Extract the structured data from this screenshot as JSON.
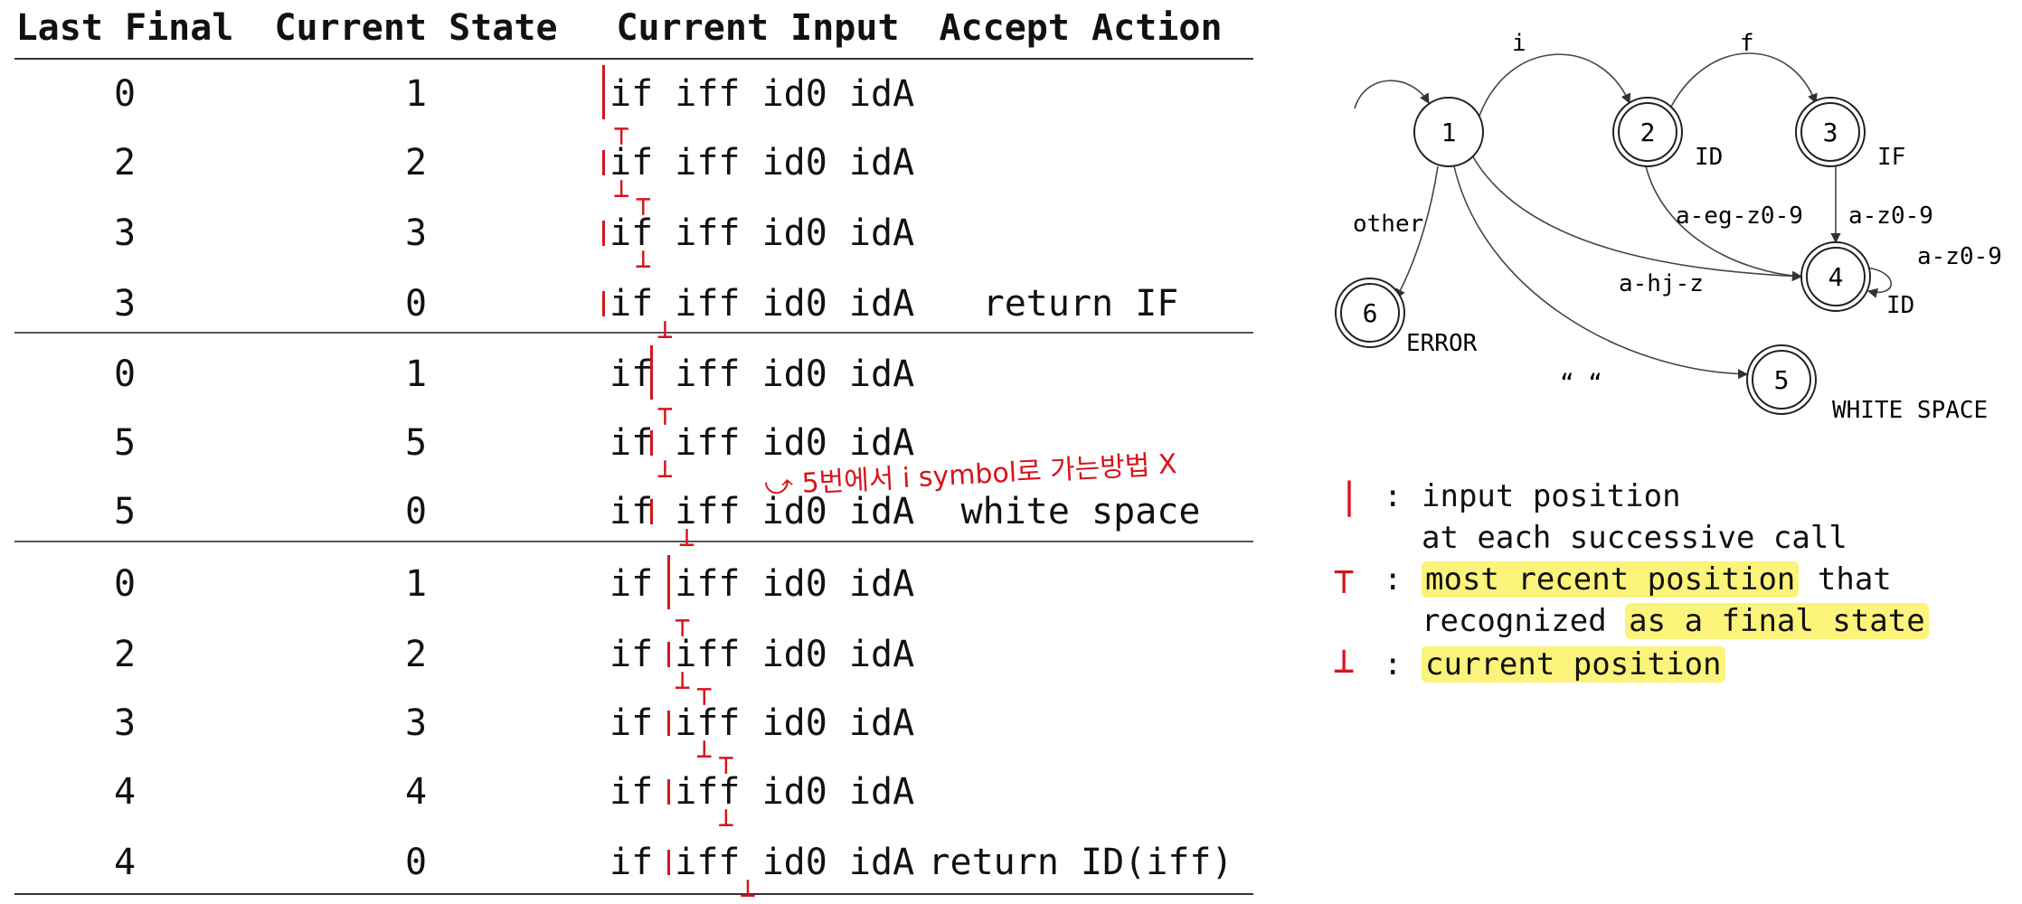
{
  "table": {
    "headers": {
      "last_final": "Last Final",
      "current_state": "Current State",
      "current_input": "Current Input",
      "accept_action": "Accept Action"
    },
    "rows": [
      {
        "last_final": "0",
        "current_state": "1",
        "input": "if iff id0 idA",
        "action": ""
      },
      {
        "last_final": "2",
        "current_state": "2",
        "input": "if iff id0 idA",
        "action": ""
      },
      {
        "last_final": "3",
        "current_state": "3",
        "input": "if iff id0 idA",
        "action": ""
      },
      {
        "last_final": "3",
        "current_state": "0",
        "input": "if iff id0 idA",
        "action": "return IF"
      },
      {
        "last_final": "0",
        "current_state": "1",
        "input": "if iff id0 idA",
        "action": ""
      },
      {
        "last_final": "5",
        "current_state": "5",
        "input": "if iff id0 idA",
        "action": ""
      },
      {
        "last_final": "5",
        "current_state": "0",
        "input": "if iff id0 idA",
        "action": "white space"
      },
      {
        "last_final": "0",
        "current_state": "1",
        "input": "if iff id0 idA",
        "action": ""
      },
      {
        "last_final": "2",
        "current_state": "2",
        "input": "if iff id0 idA",
        "action": ""
      },
      {
        "last_final": "3",
        "current_state": "3",
        "input": "if iff id0 idA",
        "action": ""
      },
      {
        "last_final": "4",
        "current_state": "4",
        "input": "if iff id0 idA",
        "action": ""
      },
      {
        "last_final": "4",
        "current_state": "0",
        "input": "if iff id0 idA",
        "action": "return ID(iff)"
      }
    ]
  },
  "annotation": {
    "handwritten_note": "5번에서 i symbol로 가는방법 X"
  },
  "diagram": {
    "states": [
      {
        "id": "1",
        "label": "",
        "final": false
      },
      {
        "id": "2",
        "label": "ID",
        "final": true
      },
      {
        "id": "3",
        "label": "IF",
        "final": true
      },
      {
        "id": "4",
        "label": "ID",
        "final": true
      },
      {
        "id": "5",
        "label": "WHITE SPACE",
        "final": true
      },
      {
        "id": "6",
        "label": "ERROR",
        "final": true
      }
    ],
    "transitions": [
      {
        "from": "1",
        "to": "2",
        "label": "i"
      },
      {
        "from": "2",
        "to": "3",
        "label": "f"
      },
      {
        "from": "2",
        "to": "4",
        "label": "a-eg-z0-9"
      },
      {
        "from": "3",
        "to": "4",
        "label": "a-z0-9"
      },
      {
        "from": "4",
        "to": "4",
        "label": "a-z0-9"
      },
      {
        "from": "1",
        "to": "4",
        "label": "a-hj-z"
      },
      {
        "from": "1",
        "to": "6",
        "label": "other"
      },
      {
        "from": "1",
        "to": "5",
        "label": "“ “"
      }
    ]
  },
  "legend": {
    "input_position_line1": "input position",
    "input_position_line2": "at each successive call",
    "recent_prefix": "most recent position",
    "recent_mid": " that",
    "recent_line2_a": "recognized ",
    "recent_line2_b": "as a final state",
    "current": "current position",
    "sep": ":"
  },
  "colors": {
    "marker": "#d4151b",
    "highlight": "#fbf37a"
  }
}
